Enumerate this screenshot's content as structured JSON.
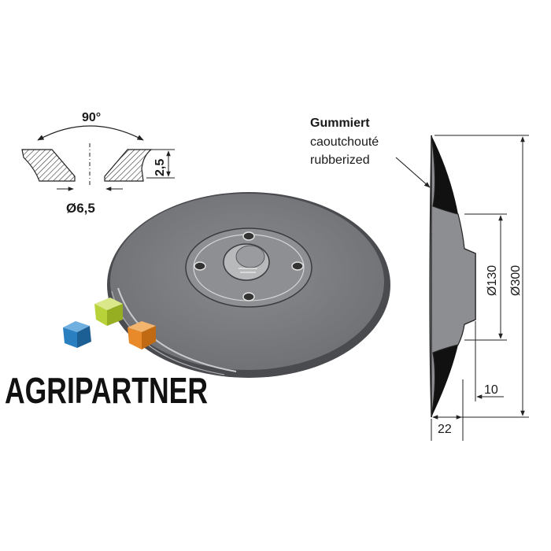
{
  "countersink": {
    "angle": "90°",
    "depth": "2,5",
    "hole_diameter": "Ø6,5"
  },
  "coating_label": {
    "de": "Gummiert",
    "fr": "caoutchouté",
    "en": "rubberized"
  },
  "profile": {
    "outer_diameter": "Ø300",
    "hub_diameter": "Ø130",
    "total_depth": "22",
    "hub_depth": "10"
  },
  "brand": {
    "name": "AGRIPARTNER",
    "cube_colors": [
      "#2a7fc1",
      "#b8d23a",
      "#e8892a"
    ]
  },
  "colors": {
    "disc": "#7b7c80",
    "disc_dark": "#55565a",
    "rubber": "#111111",
    "line": "#222222"
  }
}
